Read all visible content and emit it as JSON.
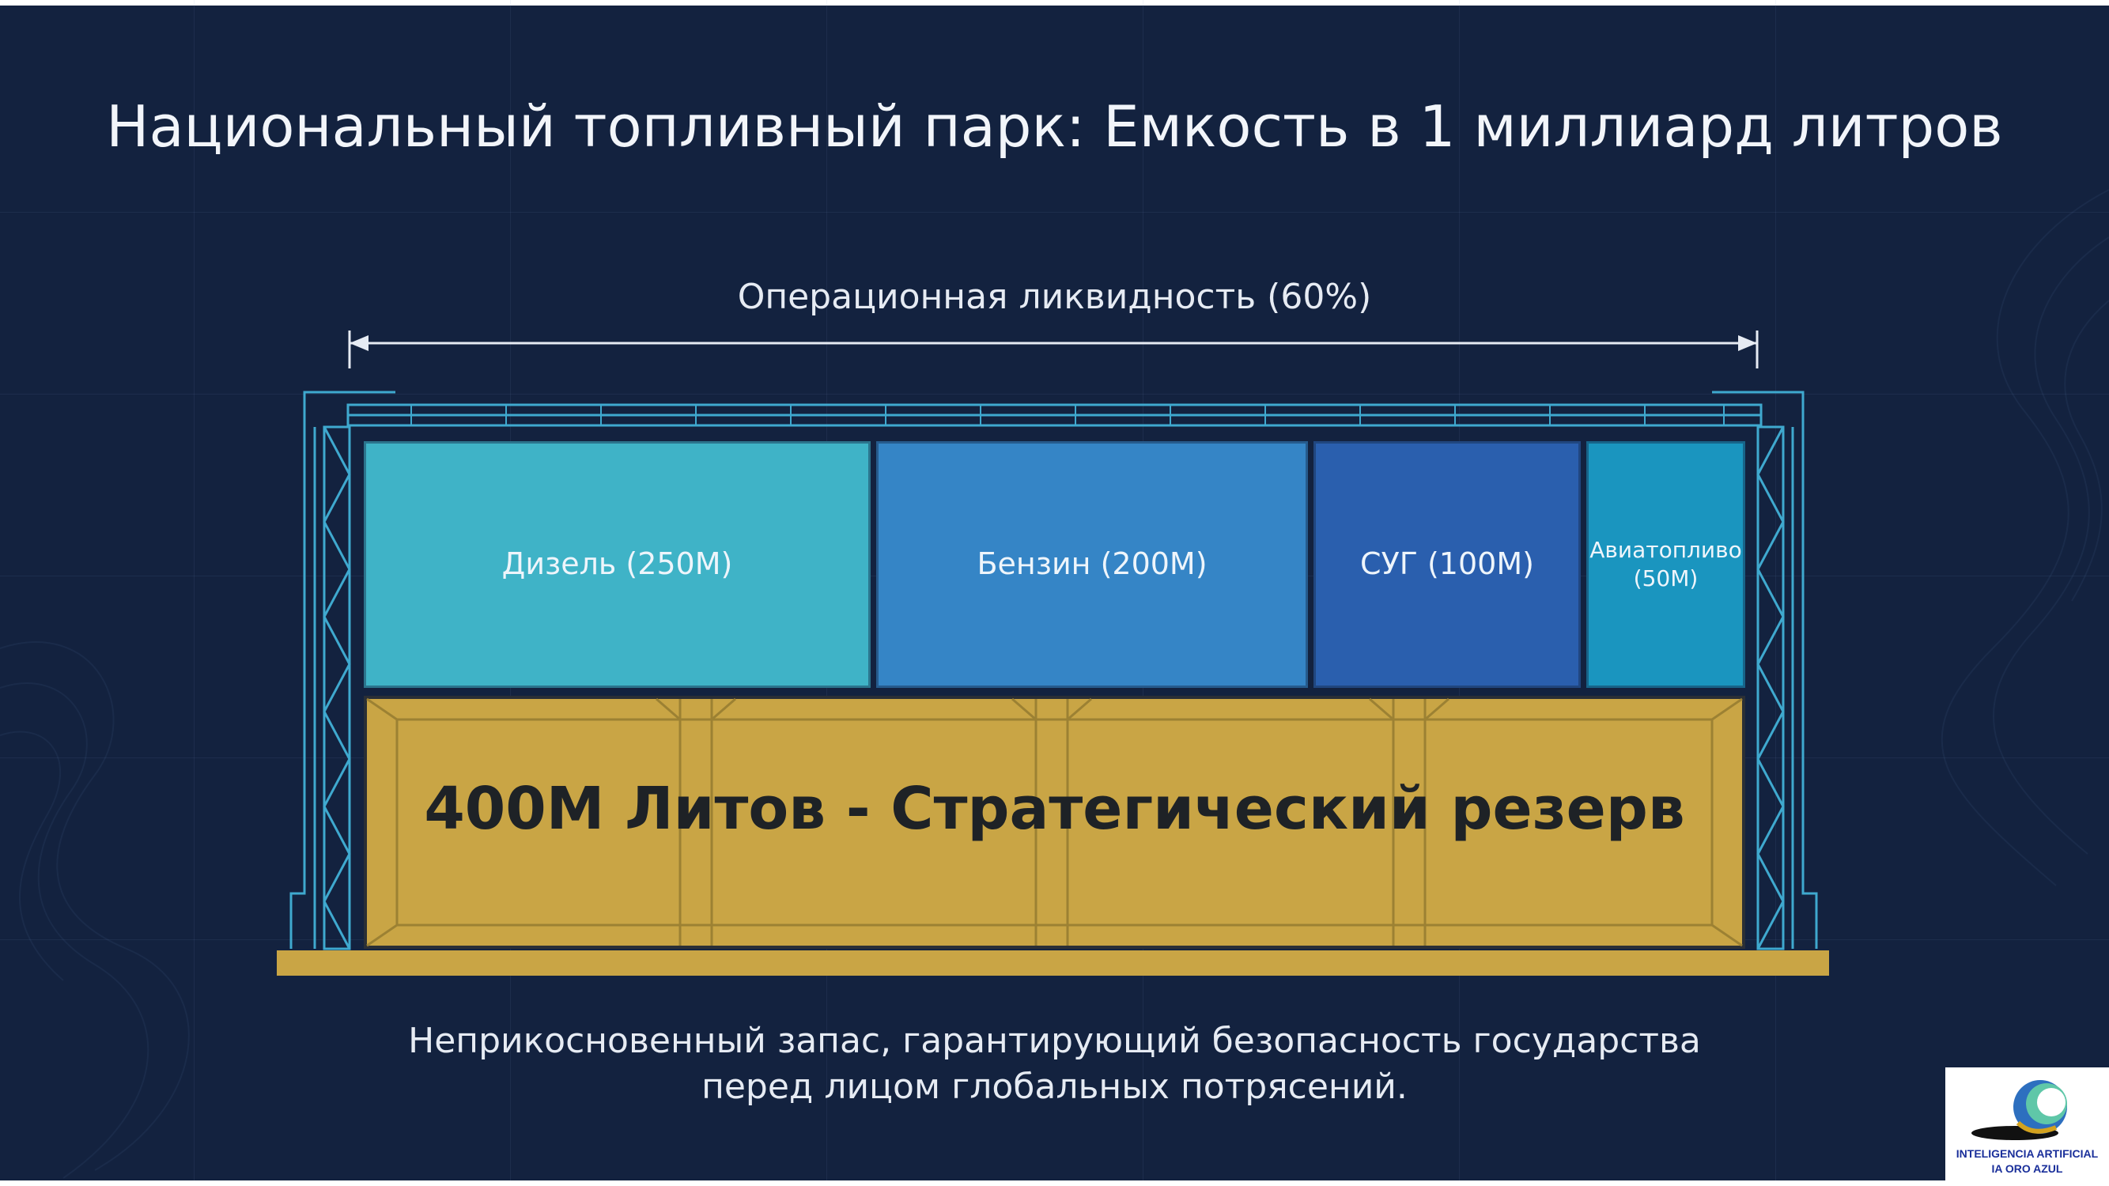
{
  "title": "Национальный топливный парк: Емкость в 1 миллиард литров",
  "liquidity_label": "Операционная ликвидность (60%)",
  "tanks": [
    {
      "label": "Дизель (250M)",
      "volume_m": 250,
      "color": "#3fb3c7"
    },
    {
      "label": "Бензин (200M)",
      "volume_m": 200,
      "color": "#3585c6"
    },
    {
      "label": "СУГ (100M)",
      "volume_m": 100,
      "color": "#2a5fae"
    },
    {
      "label": "Авиатопливо\n(50M)",
      "volume_m": 50,
      "color": "#1a95bf"
    }
  ],
  "reserve": {
    "label": "400M Литов - Стратегический резерв",
    "volume_m": 400,
    "color": "#c9a545"
  },
  "caption_line1": "Неприкосновенный запас, гарантирующий безопасность государства",
  "caption_line2": "перед лицом глобальных потрясений.",
  "logo": {
    "line1": "INTELIGENCIA ARTIFICIAL",
    "line2": "IA ORO AZUL"
  },
  "colors": {
    "background": "#13223f",
    "frame": "#3fa9cf",
    "reserve": "#c9a545"
  }
}
